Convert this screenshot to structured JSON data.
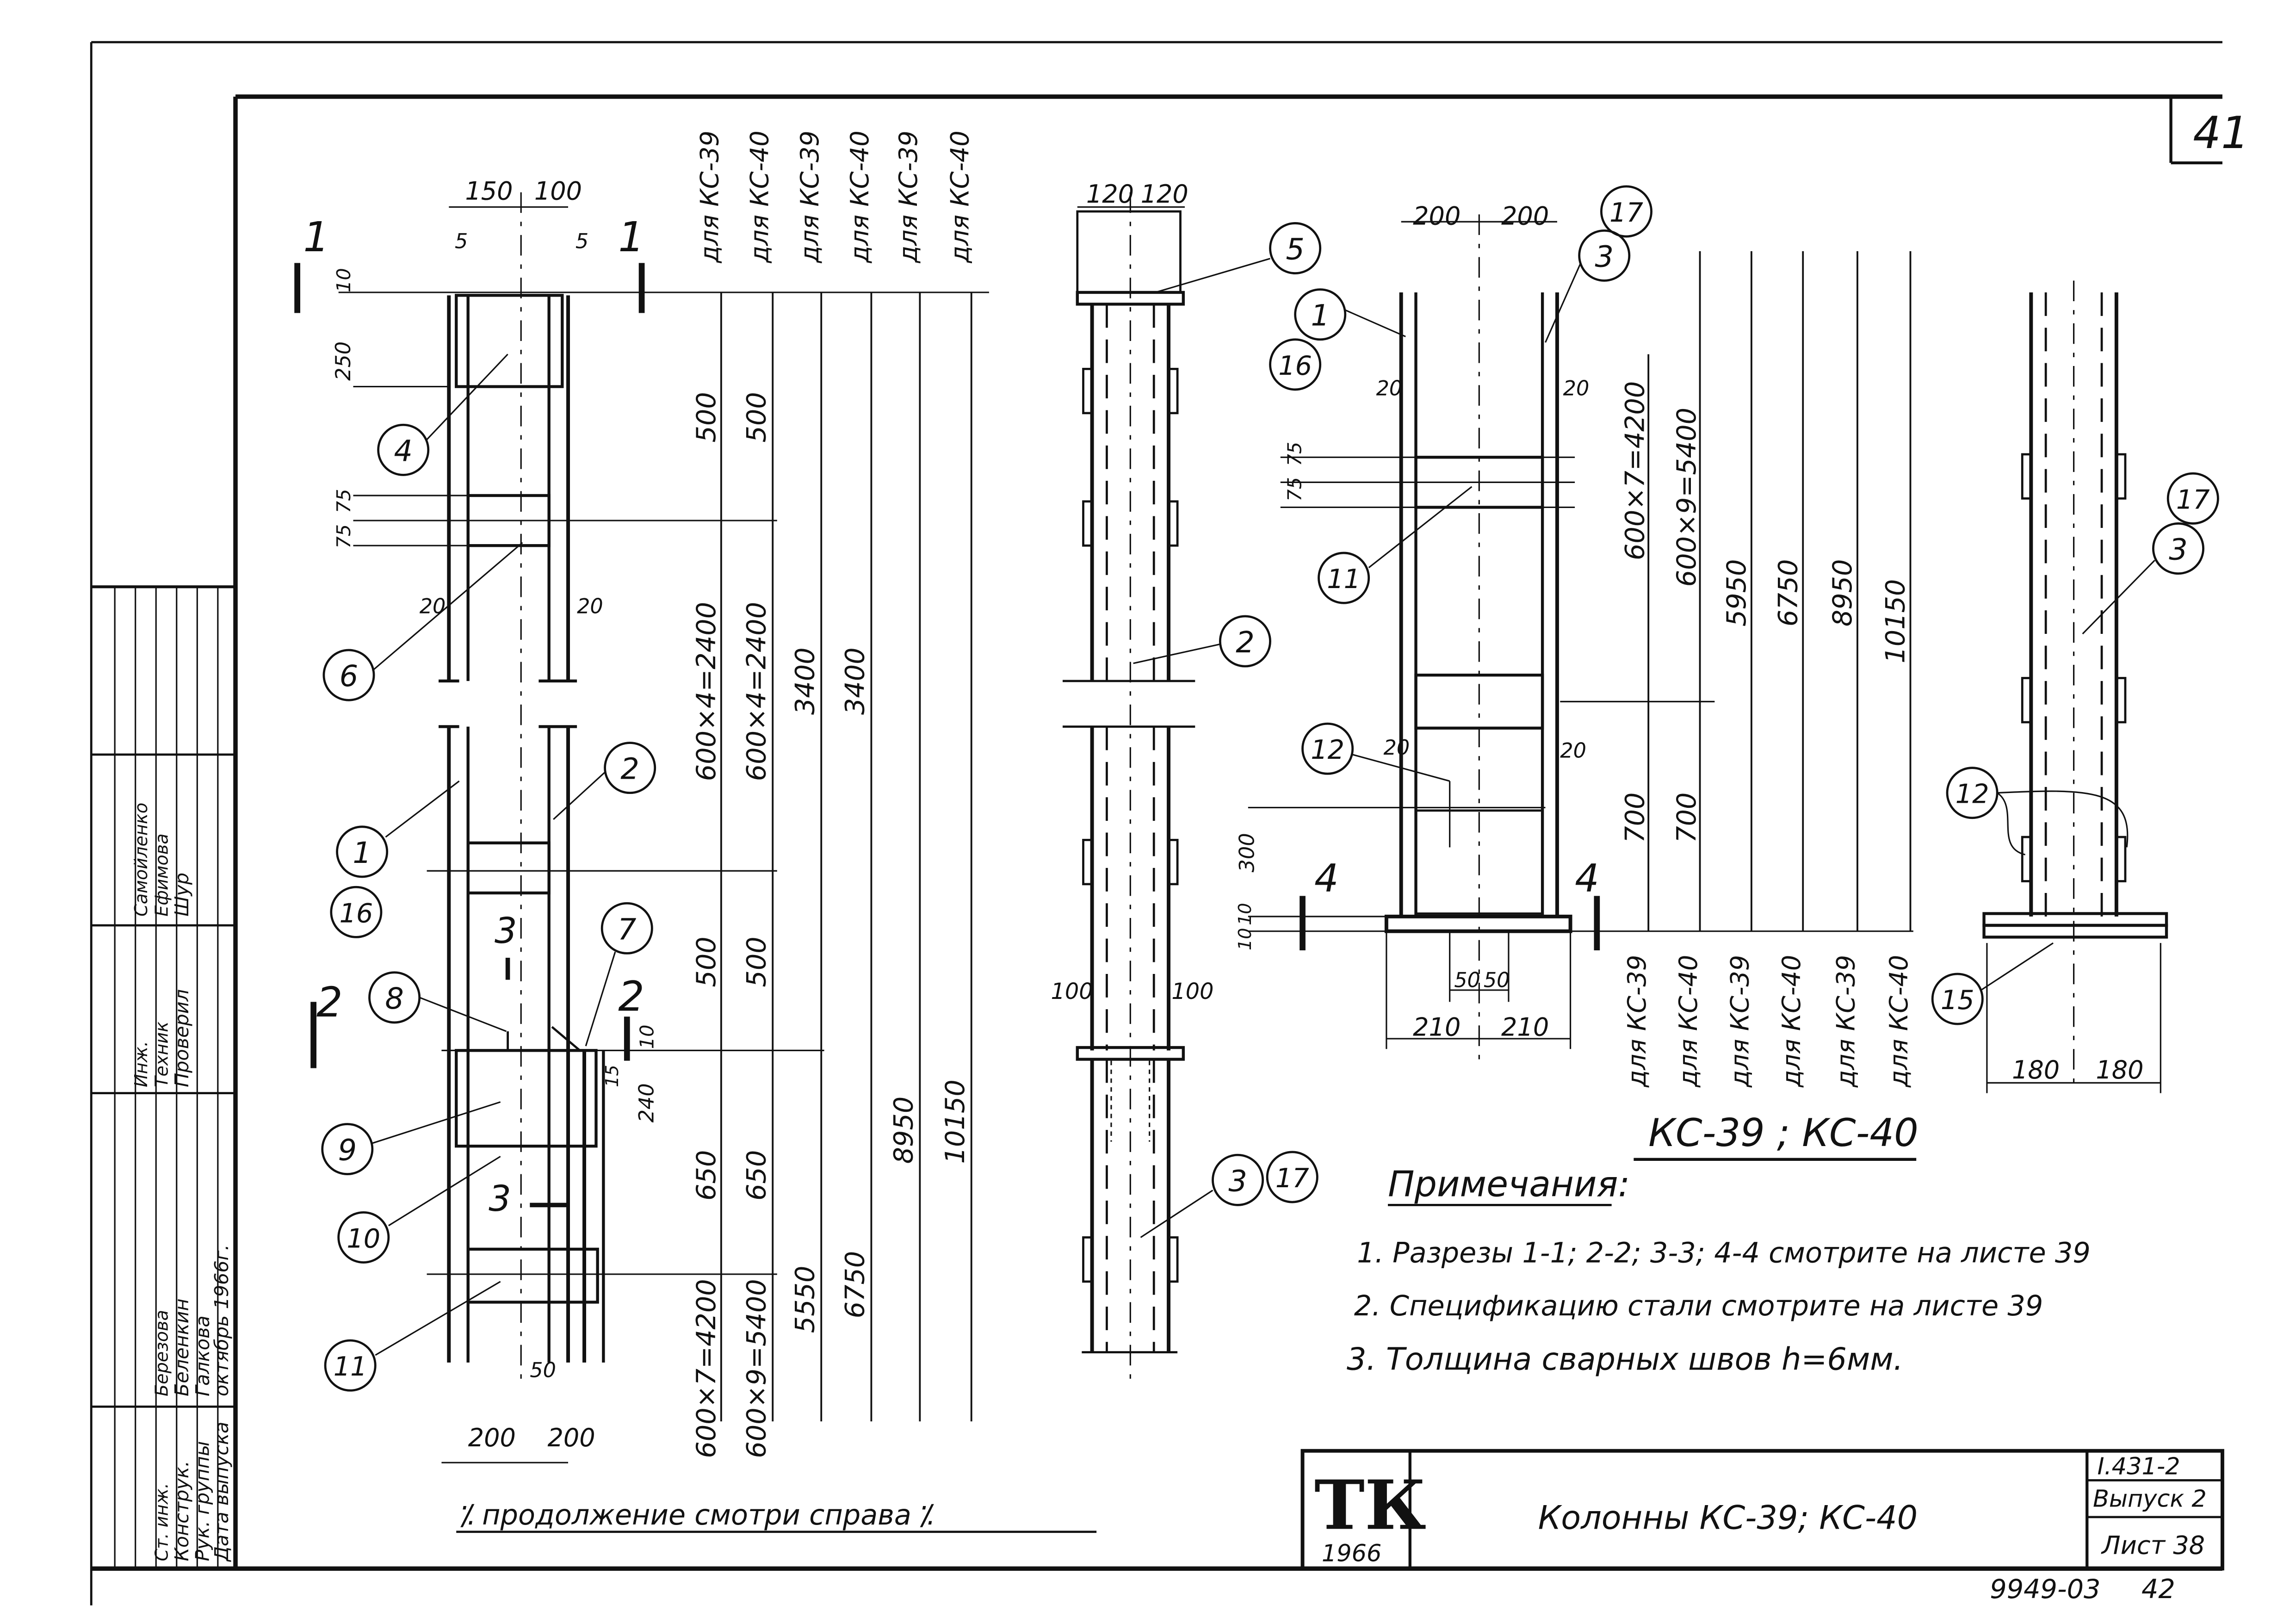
{
  "sheet_number_corner": "41",
  "left_view": {
    "section_marks": [
      "1",
      "1",
      "2",
      "2",
      "3",
      "3"
    ],
    "dims_top": [
      "150",
      "100"
    ],
    "dims_small": [
      "5",
      "5",
      "10",
      "250",
      "75",
      "75",
      "20",
      "20",
      "10",
      "15",
      "240",
      "50"
    ],
    "dims_bottom": [
      "200",
      "200"
    ],
    "callouts": [
      "4",
      "6",
      "2",
      "1",
      "16",
      "8",
      "7",
      "9",
      "10",
      "11"
    ]
  },
  "columns_left": [
    {
      "header": "для КС-39",
      "values": [
        "500",
        "600×4=2400",
        "500",
        "650",
        "600×7=4200"
      ]
    },
    {
      "header": "для КС-40",
      "values": [
        "500",
        "600×4=2400",
        "500",
        "650",
        "600×9=5400"
      ]
    },
    {
      "header": "для КС-39",
      "values": [
        "3400",
        "5550"
      ]
    },
    {
      "header": "для КС-40",
      "values": [
        "3400",
        "6750"
      ]
    },
    {
      "header": "для КС-39",
      "values": [
        "8950"
      ]
    },
    {
      "header": "для КС-40",
      "values": [
        "10150"
      ]
    }
  ],
  "continuation_note": "⁒ продолжение смотри справа ⁒",
  "middle_view": {
    "dims": [
      "120",
      "120",
      "100",
      "100"
    ],
    "callouts": [
      "5",
      "2",
      "3",
      "17"
    ]
  },
  "right_view": {
    "dims_top": [
      "200",
      "200"
    ],
    "dims_small": [
      "20",
      "20",
      "75",
      "75",
      "20",
      "20",
      "300",
      "10",
      "10",
      "50",
      "50"
    ],
    "dims_bottom": [
      "210",
      "210"
    ],
    "section_marks": [
      "4",
      "4"
    ],
    "callouts": [
      "17",
      "3",
      "1",
      "16",
      "11",
      "12"
    ]
  },
  "columns_right": [
    {
      "header": "для КС-39",
      "values": [
        "600×7=4200",
        "700"
      ]
    },
    {
      "header": "для КС-40",
      "values": [
        "600×9=5400",
        "700"
      ]
    },
    {
      "header": "для КС-39",
      "values": [
        "5950"
      ]
    },
    {
      "header": "для КС-40",
      "values": [
        "6750"
      ]
    },
    {
      "header": "для КС-39",
      "values": [
        "8950"
      ]
    },
    {
      "header": "для КС-40",
      "values": [
        "10150"
      ]
    }
  ],
  "side_view": {
    "dims_bottom": [
      "180",
      "180"
    ],
    "callouts": [
      "17",
      "3",
      "12",
      "15"
    ]
  },
  "subtitle": "КС-39 ; КС-40",
  "notes": {
    "heading": "Примечания:",
    "items": [
      "1. Разрезы 1-1; 2-2; 3-3; 4-4 смотрите на листе 39",
      "2. Спецификацию стали смотрите на листе 39",
      "3. Толщина сварных швов h=6мм."
    ]
  },
  "left_block": {
    "rows": [
      {
        "role": "Дата выпуска",
        "name": "октябрь 1966г."
      },
      {
        "role": "Рук. группы",
        "name": "Галкова"
      },
      {
        "role": "Конструк.",
        "name": "Беленкин"
      },
      {
        "role": "Ст. инж.",
        "name": "Березова"
      },
      {
        "role": "Инж.",
        "name": "Самойленко"
      },
      {
        "role": "Техник",
        "name": "Ефимова"
      },
      {
        "role": "Проверил",
        "name": "Шур"
      }
    ]
  },
  "title_block": {
    "logo": "ТК",
    "logo_year": "1966",
    "title": "Колонны  КС-39; КС-40",
    "series": "I.431-2",
    "issue": "Выпуск 2",
    "sheet": "Лист 38"
  },
  "bottom_right_code": "9949-03",
  "bottom_right_page": "42"
}
